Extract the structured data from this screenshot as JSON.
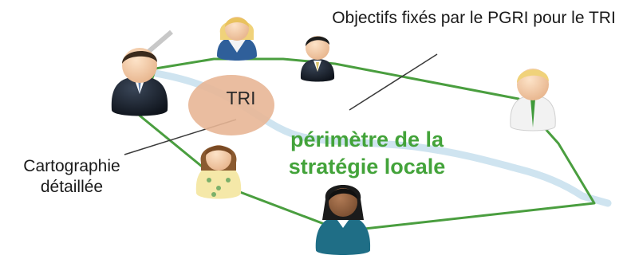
{
  "labels": {
    "pgri_objectives": "Objectifs fixés par le PGRI pour le TRI",
    "cartography": "Cartographie détaillée",
    "local_strategy_perimeter": "périmètre de la stratégie locale",
    "tri": "TRI"
  },
  "colors": {
    "perimeter_line": "#4a9e3f",
    "perimeter_text": "#43a33a",
    "river": "#cfe4f0",
    "tri_bubble": "#e8b696",
    "pointer_line": "#3a3a3a"
  }
}
